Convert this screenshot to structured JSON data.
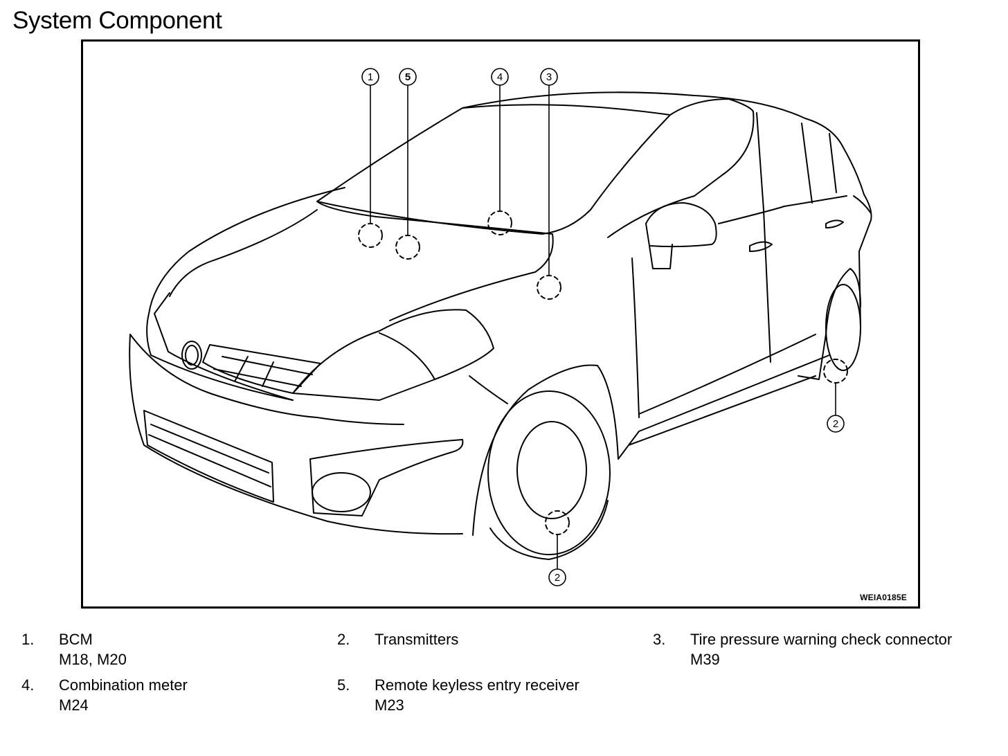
{
  "title": "System Component",
  "figure": {
    "code": "WEIA0185E",
    "callouts": [
      {
        "number": "1"
      },
      {
        "number": "5"
      },
      {
        "number": "4"
      },
      {
        "number": "3"
      },
      {
        "number": "2"
      },
      {
        "number": "2"
      }
    ]
  },
  "legend": [
    {
      "number": "1.",
      "name": "BCM",
      "codes": "M18, M20"
    },
    {
      "number": "2.",
      "name": "Transmitters",
      "codes": ""
    },
    {
      "number": "3.",
      "name": "Tire pressure warning check connector",
      "codes": "M39"
    },
    {
      "number": "4.",
      "name": "Combination meter",
      "codes": "M24"
    },
    {
      "number": "5.",
      "name": "Remote keyless entry receiver",
      "codes": "M23"
    }
  ]
}
